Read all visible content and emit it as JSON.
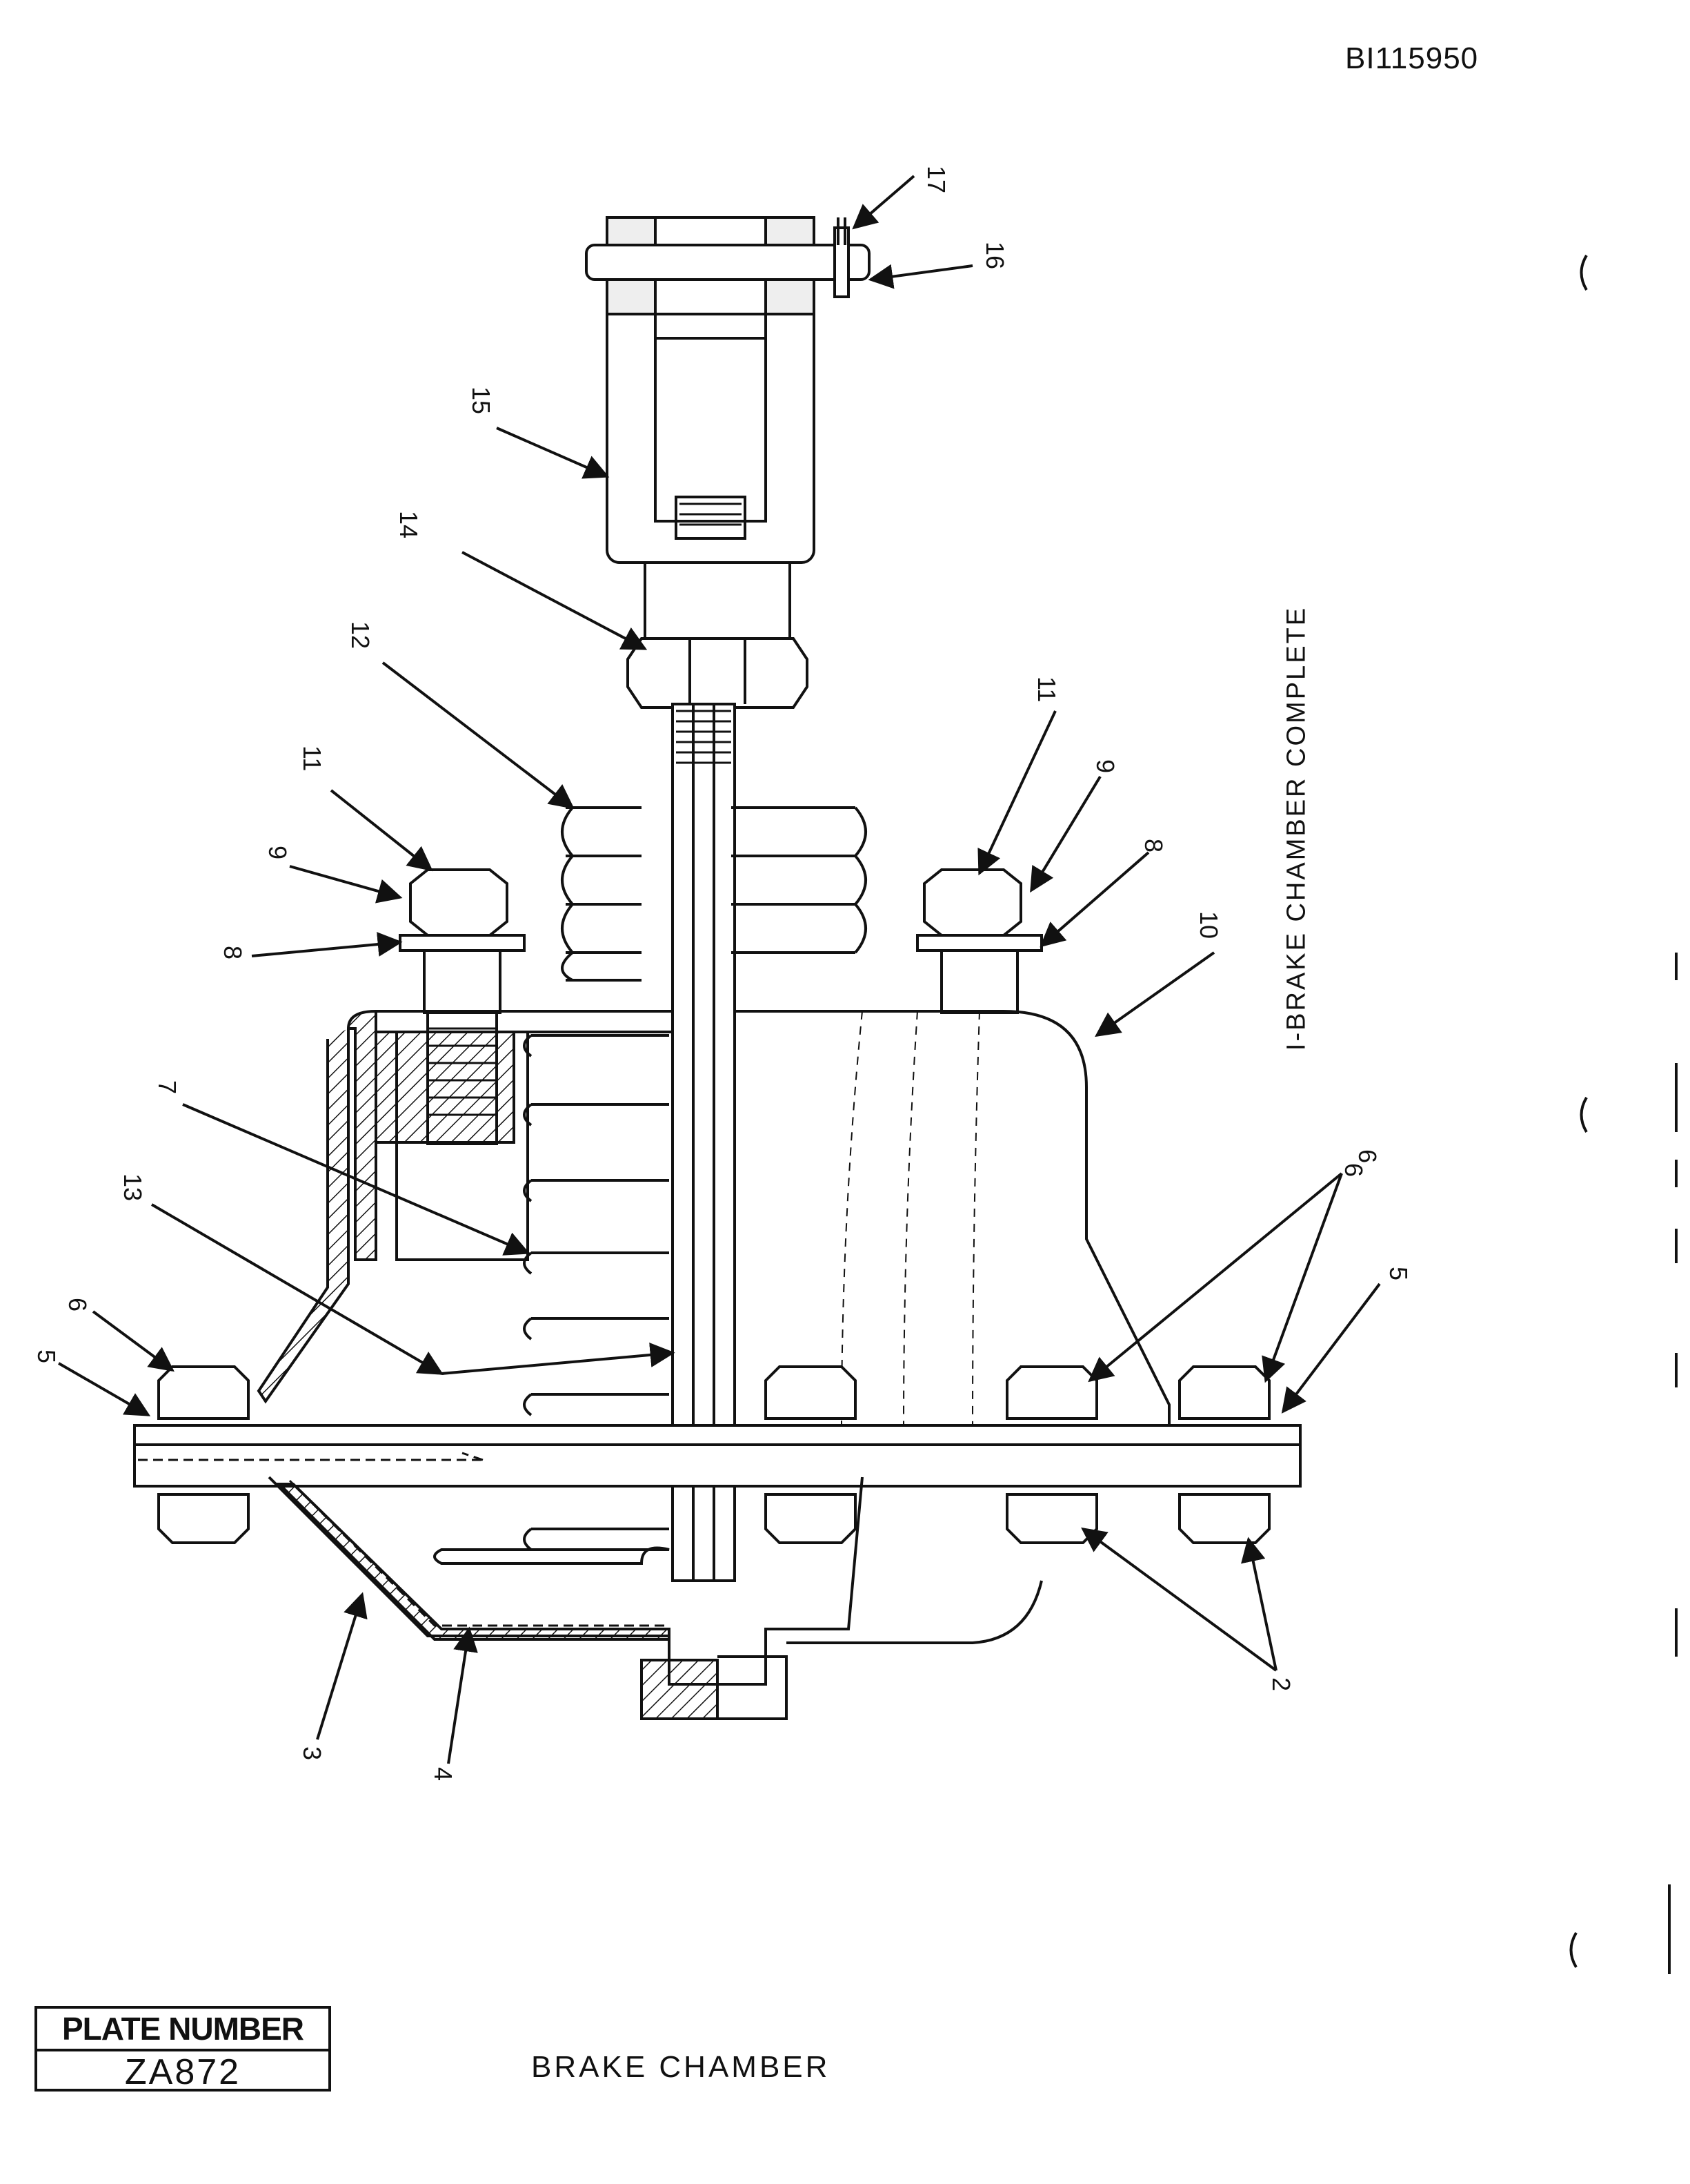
{
  "header": {
    "doc_id": "BI115950"
  },
  "figure": {
    "caption_vertical": "I-BRAKE CHAMBER COMPLETE",
    "callouts": [
      "17",
      "16",
      "15",
      "14",
      "12",
      "11",
      "9",
      "8",
      "11",
      "9",
      "8",
      "10",
      "7",
      "13",
      "6",
      "5",
      "6",
      "6",
      "5",
      "3",
      "4",
      "2"
    ]
  },
  "plate": {
    "label": "PLATE NUMBER",
    "number": "ZA872"
  },
  "caption": "BRAKE CHAMBER"
}
